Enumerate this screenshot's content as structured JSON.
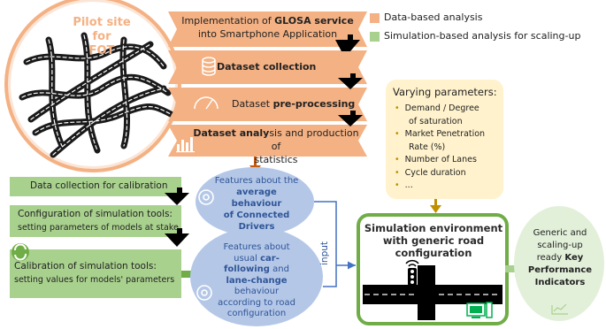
{
  "legend": {
    "data_label": "Data-based analysis",
    "sim_label": "Simulation-based analysis for scaling-up",
    "data_color": "#f4b183",
    "sim_color": "#a9d18e"
  },
  "pilot": {
    "title_line1": "Pilot site for",
    "title_line2": "FOT"
  },
  "steps": {
    "s1_pre": "Implementation of ",
    "s1_bold": "GLOSA service",
    "s1_line2": "into Smartphone Application",
    "s2": "Dataset collection",
    "s3_pre": "Dataset ",
    "s3_bold": "pre-processing",
    "s4_bold": "Dataset analy",
    "s4_rest": "sis and production of",
    "s4_line2": "statistics"
  },
  "left_steps": {
    "l1": "Data collection for calibration",
    "l2_line1": "Configuration of simulation tools:",
    "l2_line2": "setting parameters of models at stake",
    "l3_line1": "Calibration of simulation tools:",
    "l3_line2": "setting values for models' parameters"
  },
  "features_avg": {
    "line1": "Features about the",
    "line2": "average behaviour",
    "line3": "of Connected",
    "line4": "Drivers"
  },
  "features_usual": {
    "line1": "Features about",
    "line2_pre": "usual ",
    "line2_bold": "car-",
    "line3": "following",
    "line3_mid": " and",
    "line4": "lane-change",
    "line5": "behaviour",
    "line6": "according to road",
    "line7": "configuration"
  },
  "input_label": "input",
  "varying": {
    "title": "Varying parameters:",
    "items": [
      "Demand / Degree",
      "of saturation",
      "Market Penetration",
      "Rate (%)",
      "Number of Lanes",
      "Cycle duration",
      "..."
    ]
  },
  "simenv": {
    "line1": "Simulation environment",
    "line2": "with generic road",
    "line3": "configuration"
  },
  "kpi": {
    "line1": "Generic and",
    "line2": "scaling-up",
    "line3": "ready ",
    "line3_bold": "Key",
    "line4": "Performance",
    "line5": "Indicators"
  }
}
